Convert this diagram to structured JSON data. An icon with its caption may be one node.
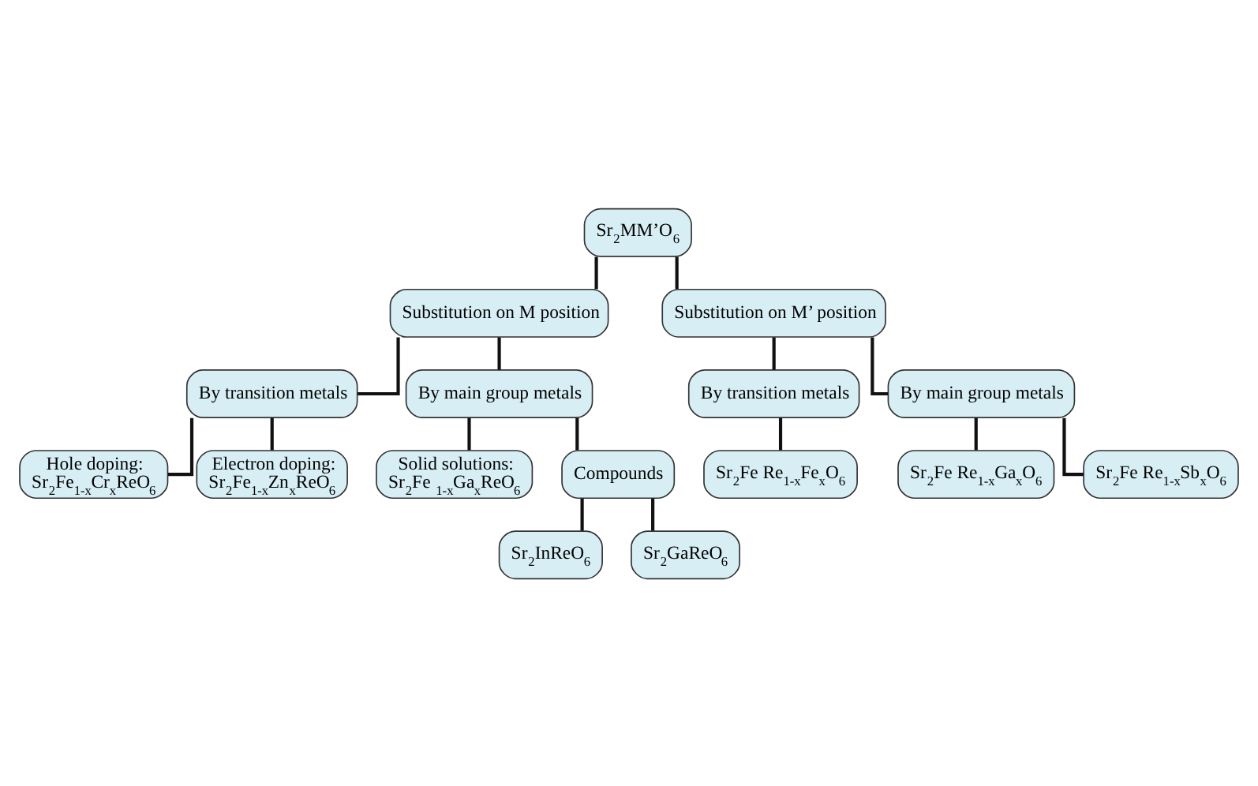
{
  "diagram": {
    "nodes": [
      {
        "text": [
          "Sr$_{2}$MM’O$_{6}$"
        ]
      },
      {
        "text": [
          "Substitution on M position"
        ]
      },
      {
        "text": [
          "Substitution on M’ position"
        ]
      },
      {
        "text": [
          "By transition metals"
        ]
      },
      {
        "text": [
          "By main group metals"
        ]
      },
      {
        "text": [
          "Hole doping:",
          "Sr$_{2}$Fe$_{1-x}$Cr$_{x}$ReO$_{6}$"
        ]
      },
      {
        "text": [
          "Electron doping:",
          "Sr$_{2}$Fe$_{1-x}$Zn$_{x}$ReO$_{6}$"
        ]
      },
      {
        "text": [
          "Solid solutions:",
          "Sr$_{2}$Fe $_{1-x}$Ga$_{x}$ReO$_{6}$"
        ]
      },
      {
        "text": [
          "Compounds"
        ]
      },
      {
        "text": [
          "Sr$_{2}$InReO$_{6}$"
        ]
      },
      {
        "text": [
          "Sr$_{2}$GaReO$_{6}$"
        ]
      },
      {
        "text": [
          "By transition metals"
        ]
      },
      {
        "text": [
          "By main group metals"
        ]
      },
      {
        "text": [
          "Sr$_{2}$Fe Re$_{1-x}$Fe$_{x}$O$_{6}$"
        ]
      },
      {
        "text": [
          "Sr$_{2}$Fe Re$_{1-x}$Ga$_{x}$O$_{6}$"
        ]
      },
      {
        "text": [
          "Sr$_{2}$Fe Re$_{1-x}$Sb$_{x}$O$_{6}$"
        ]
      }
    ],
    "edges": [
      {
        "from": 0,
        "to": 1,
        "arrow": "none"
      },
      {
        "from": 0,
        "to": 2,
        "arrow": "none"
      },
      {
        "from": 1,
        "to": 3,
        "arrow": "none"
      },
      {
        "from": 1,
        "to": 4,
        "arrow": "none"
      },
      {
        "from": 3,
        "to": 5,
        "arrow": "none"
      },
      {
        "from": 3,
        "to": 6,
        "arrow": "none"
      },
      {
        "from": 4,
        "to": 7,
        "arrow": "none"
      },
      {
        "from": 4,
        "to": 8,
        "arrow": "none"
      },
      {
        "from": 8,
        "to": 9,
        "arrow": "none"
      },
      {
        "from": 8,
        "to": 10,
        "arrow": "none"
      },
      {
        "from": 2,
        "to": 11,
        "arrow": "none"
      },
      {
        "from": 2,
        "to": 12,
        "arrow": "none"
      },
      {
        "from": 11,
        "to": 13,
        "arrow": "none"
      },
      {
        "from": 12,
        "to": 14,
        "arrow": "none"
      },
      {
        "from": 12,
        "to": 15,
        "arrow": "none"
      }
    ]
  }
}
